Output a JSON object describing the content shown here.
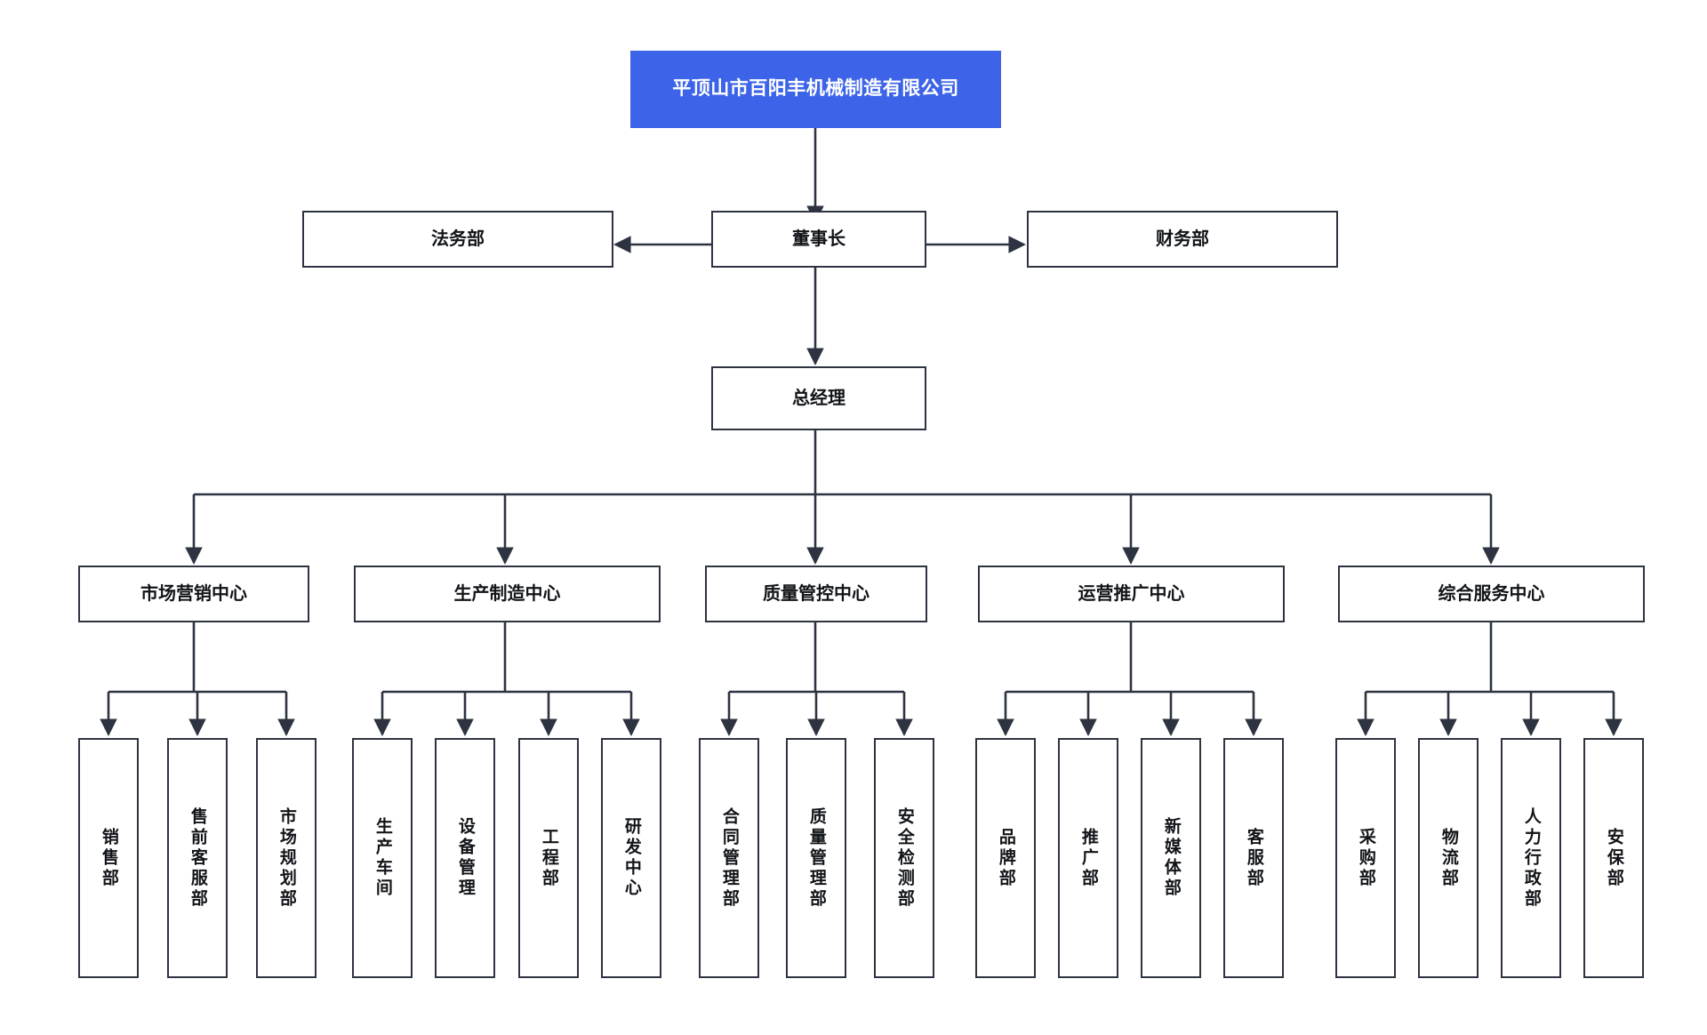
{
  "diagram": {
    "title": "平顶山市百阳丰机械制造有限公司",
    "type": "organization-chart",
    "colors": {
      "root_fill": "#3d64e8",
      "root_text": "#ffffff",
      "node_border": "#2d3340",
      "node_fill": "#ffffff",
      "node_text": "#111418",
      "connector": "#2d3340",
      "background": "#ffffff"
    }
  },
  "nodes": {
    "root": {
      "label": "平顶山市百阳丰机械制造有限公司"
    },
    "chairman": {
      "label": "董事长"
    },
    "legal": {
      "label": "法务部"
    },
    "finance": {
      "label": "财务部"
    },
    "general_manager": {
      "label": "总经理"
    },
    "centers": [
      {
        "label": "市场营销中心"
      },
      {
        "label": "生产制造中心"
      },
      {
        "label": "质量管控中心"
      },
      {
        "label": "运营推广中心"
      },
      {
        "label": "综合服务中心"
      }
    ],
    "departments": {
      "marketing": [
        {
          "label": "销售部"
        },
        {
          "label": "售前客服部"
        },
        {
          "label": "市场规划部"
        }
      ],
      "production": [
        {
          "label": "生产车间"
        },
        {
          "label": "设备管理"
        },
        {
          "label": "工程部"
        },
        {
          "label": "研发中心"
        }
      ],
      "quality": [
        {
          "label": "合同管理部"
        },
        {
          "label": "质量管理部"
        },
        {
          "label": "安全检测部"
        }
      ],
      "operations": [
        {
          "label": "品牌部"
        },
        {
          "label": "推广部"
        },
        {
          "label": "新媒体部"
        },
        {
          "label": "客服部"
        }
      ],
      "services": [
        {
          "label": "采购部"
        },
        {
          "label": "物流部"
        },
        {
          "label": "人力行政部"
        },
        {
          "label": "安保部"
        }
      ]
    }
  }
}
